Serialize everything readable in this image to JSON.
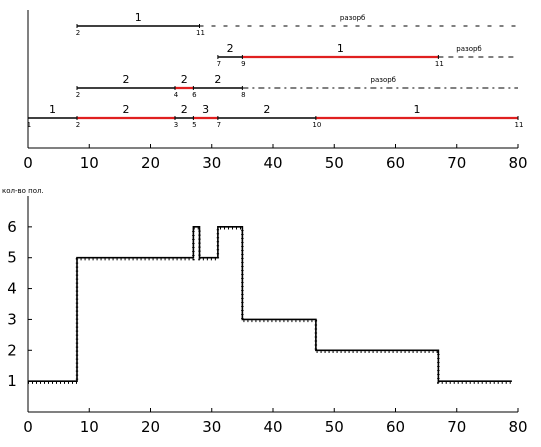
{
  "colors": {
    "ink": "#000000",
    "highlight": "#e02020",
    "background": "#ffffff"
  },
  "chart_data": [
    {
      "type": "line",
      "xlim": [
        0,
        80
      ],
      "xticks": [
        "0",
        "10",
        "20",
        "30",
        "40",
        "50",
        "60",
        "70",
        "80"
      ],
      "rows": [
        {
          "y": 4,
          "segments": [
            {
              "x0": 8,
              "x1": 28,
              "color": "ink",
              "style": "solid"
            }
          ],
          "dashed": [
            {
              "x0": 28,
              "x1": 80,
              "dash": "4 8"
            }
          ],
          "numbers": [
            {
              "x": 18,
              "text": "1"
            }
          ],
          "nodes": [
            {
              "x": 8,
              "text": "2"
            },
            {
              "x": 28,
              "text": "11"
            }
          ],
          "note": {
            "x": 53,
            "text": "разорб"
          }
        },
        {
          "y": 3,
          "segments": [
            {
              "x0": 31,
              "x1": 35,
              "color": "ink",
              "style": "solid"
            },
            {
              "x0": 35,
              "x1": 67,
              "color": "highlight",
              "style": "solid"
            }
          ],
          "dashed": [
            {
              "x0": 67,
              "x1": 80,
              "dash": "5 5"
            }
          ],
          "numbers": [
            {
              "x": 33,
              "text": "2"
            },
            {
              "x": 51,
              "text": "1"
            }
          ],
          "nodes": [
            {
              "x": 31,
              "text": "7"
            },
            {
              "x": 35,
              "text": "9"
            },
            {
              "x": 67,
              "text": "11"
            }
          ],
          "note": {
            "x": 72,
            "text": "разорб"
          }
        },
        {
          "y": 2,
          "segments": [
            {
              "x0": 8,
              "x1": 24,
              "color": "ink",
              "style": "solid"
            },
            {
              "x0": 24,
              "x1": 27,
              "color": "highlight",
              "style": "solid"
            },
            {
              "x0": 27,
              "x1": 35,
              "color": "ink",
              "style": "solid"
            }
          ],
          "dashed": [
            {
              "x0": 35,
              "x1": 80,
              "dash": "6 4 2 4"
            }
          ],
          "numbers": [
            {
              "x": 16,
              "text": "2"
            },
            {
              "x": 25.5,
              "text": "2"
            },
            {
              "x": 31,
              "text": "2"
            }
          ],
          "nodes": [
            {
              "x": 8,
              "text": "2"
            },
            {
              "x": 24,
              "text": "4"
            },
            {
              "x": 27,
              "text": "6"
            },
            {
              "x": 35,
              "text": "8"
            }
          ],
          "note": {
            "x": 58,
            "text": "разорб"
          }
        },
        {
          "y": 1,
          "segments": [
            {
              "x0": 0,
              "x1": 8,
              "color": "ink",
              "style": "solid"
            },
            {
              "x0": 8,
              "x1": 24,
              "color": "highlight",
              "style": "solid"
            },
            {
              "x0": 24,
              "x1": 27,
              "color": "ink",
              "style": "solid"
            },
            {
              "x0": 27,
              "x1": 31,
              "color": "highlight",
              "style": "solid"
            },
            {
              "x0": 31,
              "x1": 47,
              "color": "ink",
              "style": "solid"
            },
            {
              "x0": 47,
              "x1": 80,
              "color": "highlight",
              "style": "solid"
            }
          ],
          "dashed": [],
          "numbers": [
            {
              "x": 4,
              "text": "1"
            },
            {
              "x": 16,
              "text": "2"
            },
            {
              "x": 25.5,
              "text": "2"
            },
            {
              "x": 29,
              "text": "3"
            },
            {
              "x": 39,
              "text": "2"
            },
            {
              "x": 63.5,
              "text": "1"
            }
          ],
          "nodes": [
            {
              "x": 0,
              "text": "1"
            },
            {
              "x": 8,
              "text": "2"
            },
            {
              "x": 24,
              "text": "3"
            },
            {
              "x": 27,
              "text": "5"
            },
            {
              "x": 31,
              "text": "7"
            },
            {
              "x": 47,
              "text": "10"
            },
            {
              "x": 80,
              "text": "11"
            }
          ],
          "note": null
        }
      ]
    },
    {
      "type": "line",
      "ylabel": "кол-во пол.",
      "xlim": [
        0,
        80
      ],
      "ylim": [
        0,
        7
      ],
      "xticks": [
        "0",
        "10",
        "20",
        "30",
        "40",
        "50",
        "60",
        "70",
        "80"
      ],
      "yticks": [
        "1",
        "2",
        "3",
        "4",
        "5",
        "6"
      ],
      "x": [
        0,
        8,
        8,
        27,
        27,
        28,
        28,
        31,
        31,
        35,
        35,
        47,
        47,
        67,
        67,
        79
      ],
      "y": [
        1,
        1,
        5,
        5,
        6,
        6,
        5,
        5,
        6,
        6,
        3,
        3,
        2,
        2,
        1,
        1
      ]
    }
  ]
}
